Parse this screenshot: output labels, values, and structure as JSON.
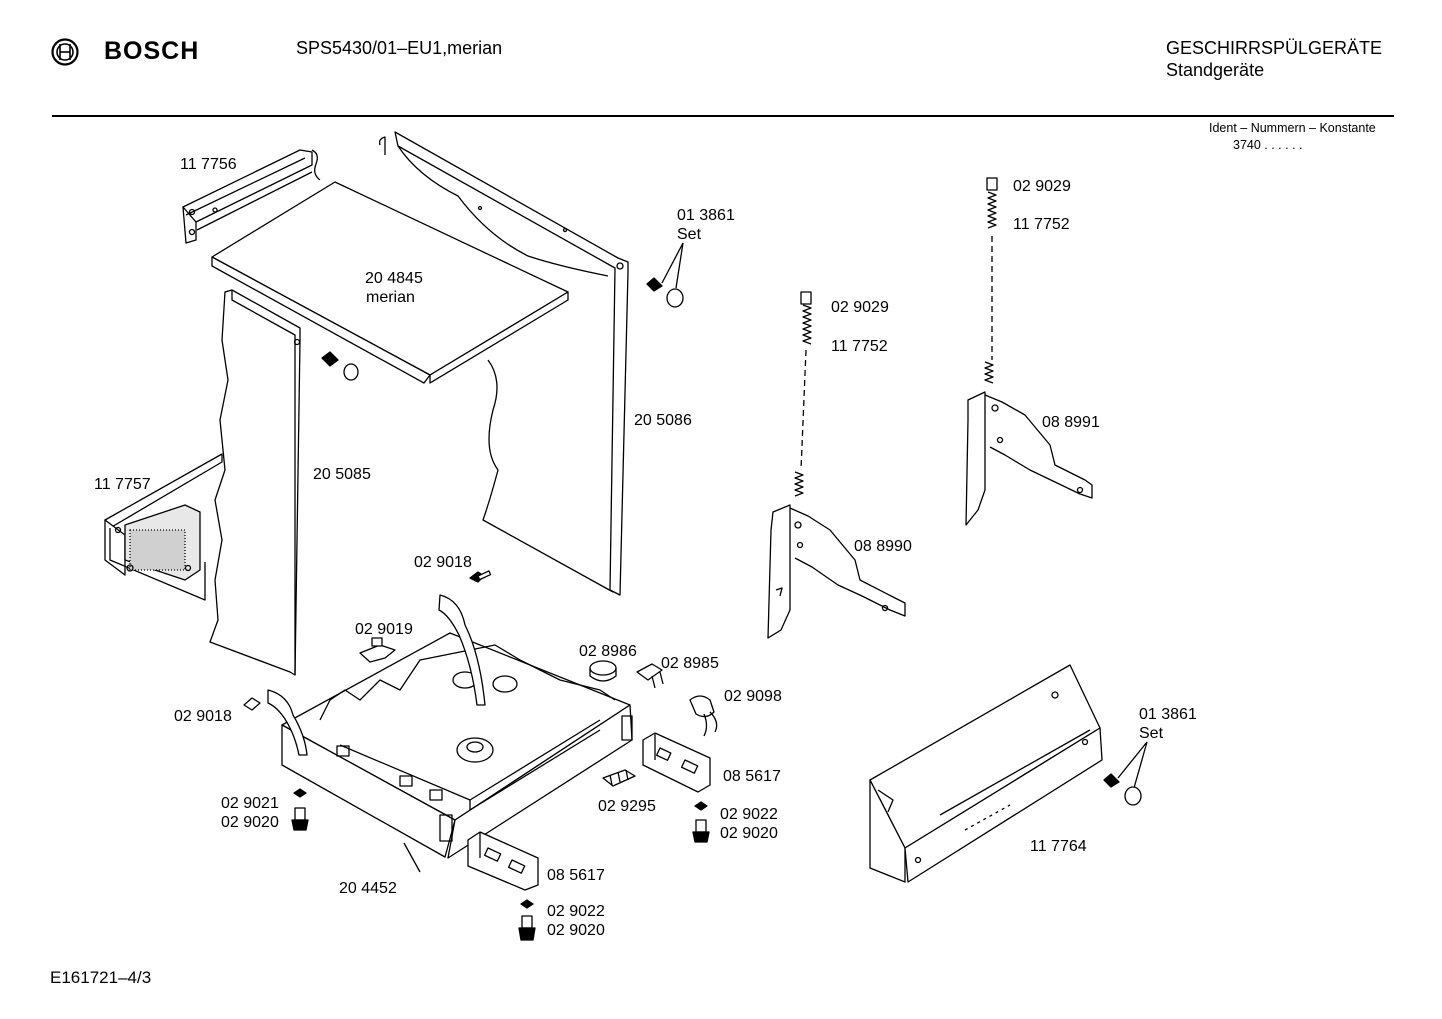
{
  "header": {
    "brand": "BOSCH",
    "model": "SPS5430/01–EU1,merian",
    "category": "GESCHIRRSPÜLGERÄTE",
    "subcategory": "Standgeräte",
    "ident_label": "Ident – Nummern – Konstante",
    "ident_value": "3740 . .   . . . ."
  },
  "footer": {
    "doc_id": "E161721–4/3"
  },
  "labels": {
    "top_rail": "11 7756",
    "worktop_num": "20 4845",
    "worktop_name": "merian",
    "screw_set_top_num": "01 3861",
    "screw_set_top_set": "Set",
    "side_panel_right": "20 5086",
    "side_panel_left": "20 5085",
    "left_rail": "11 7757",
    "spring_mid_a": "02 9029",
    "spring_mid_b": "11 7752",
    "spring_right_a": "02 9029",
    "spring_right_b": "11 7752",
    "hinge_right": "08 8991",
    "hinge_mid": "08 8990",
    "clip_top": "02 9018",
    "clip_mid": "02 9019",
    "clip_left": "02 9018",
    "cap": "02 8986",
    "switch": "02 8985",
    "cable": "02 9098",
    "foot_pad_right": "08 5617",
    "connector": "02 9295",
    "nut_left": "02 9021",
    "foot_left": "02 9020",
    "nut_right": "02 9022",
    "foot_right": "02 9020",
    "base": "20 4452",
    "foot_pad_bottom": "08 5617",
    "nut_bottom": "02 9022",
    "foot_bottom": "02 9020",
    "screw_set_bottom_num": "01 3861",
    "screw_set_bottom_set": "Set",
    "kickplate": "11 7764"
  }
}
